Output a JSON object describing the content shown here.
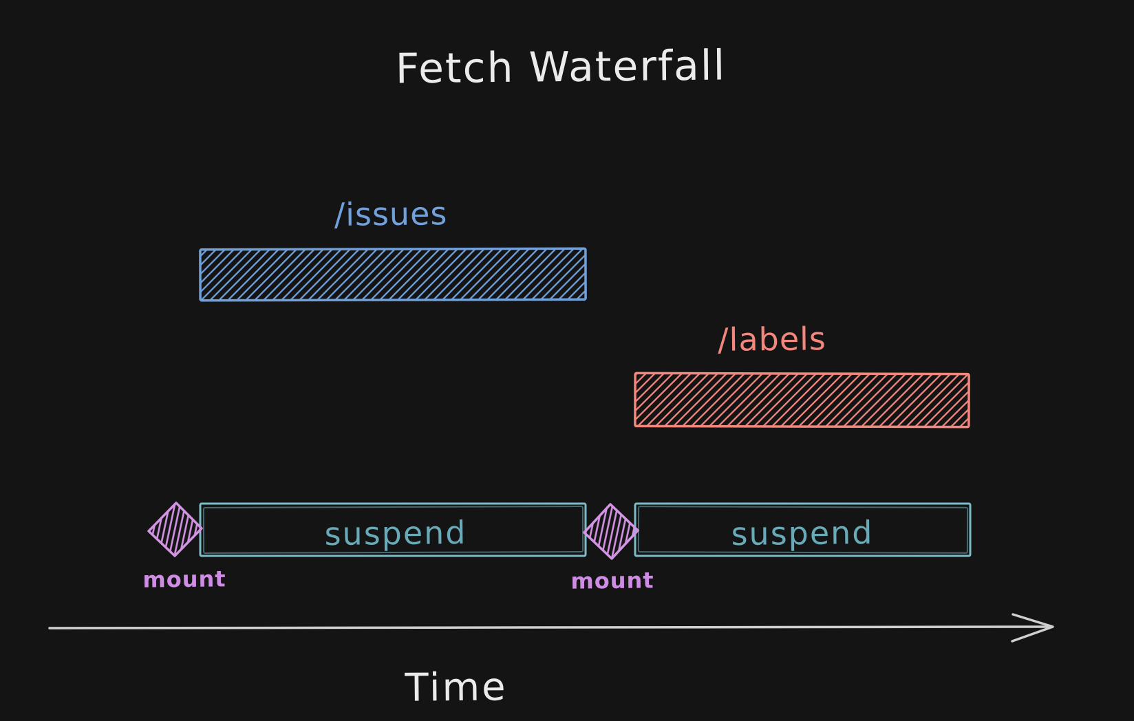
{
  "diagram": {
    "title": "Fetch Waterfall",
    "axis_label": "Time",
    "requests": [
      {
        "label": "/issues",
        "color": "#71a0da",
        "row": 1
      },
      {
        "label": "/labels",
        "color": "#f2877e",
        "row": 2
      }
    ],
    "timeline": [
      {
        "type": "milestone",
        "label": "mount",
        "shape": "diamond"
      },
      {
        "type": "span",
        "label": "suspend",
        "shape": "box"
      },
      {
        "type": "milestone",
        "label": "mount",
        "shape": "diamond"
      },
      {
        "type": "span",
        "label": "suspend",
        "shape": "box"
      }
    ]
  },
  "colors": {
    "background": "#141414",
    "text": "#ebebeb",
    "blue": "#71a0da",
    "salmon": "#f2877e",
    "teal": "#7cbcc8",
    "tealText": "#68aab8",
    "purple": "#d494e4",
    "purpleText": "#cf8ce4",
    "arrow": "#cfcfcf"
  }
}
